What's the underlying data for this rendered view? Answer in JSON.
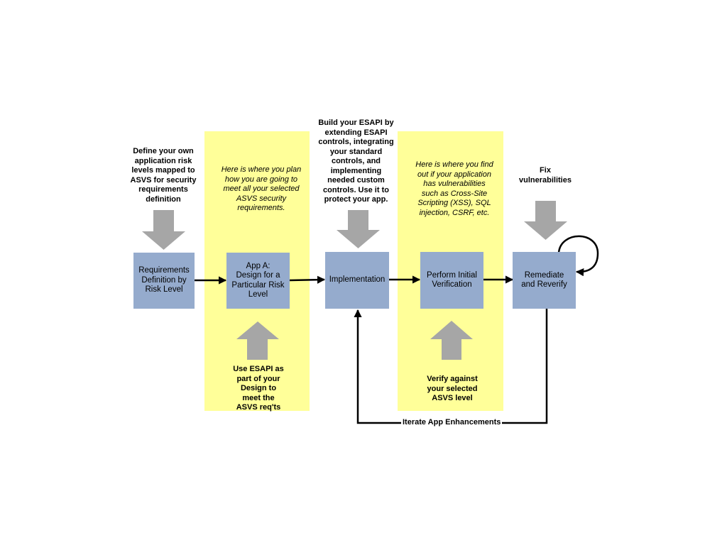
{
  "colors": {
    "panel": "#ffff99",
    "box": "#95abcd",
    "gray_arrow": "#a6a6a6",
    "line": "#000000"
  },
  "boxes": {
    "requirements": "Requirements\nDefinition by\nRisk Level",
    "design": "App A:\nDesign for a\nParticular Risk\nLevel",
    "implementation": "Implementation",
    "verification": "Perform Initial\nVerification",
    "remediate": "Remediate\nand Reverify"
  },
  "notes": {
    "define": "Define your own\napplication risk\nlevels mapped to\nASVS for security\nrequirements\ndefinition",
    "build": "Build your ESAPI by\nextending ESAPI\ncontrols, integrating\nyour standard\ncontrols, and\nimplementing\nneeded custom\ncontrols. Use it to\nprotect your app.",
    "fix": "Fix\nvulnerabilities",
    "use_esapi": "Use ESAPI as\npart of your\nDesign to\nmeet the\nASVS req'ts",
    "verify": "Verify against\nyour selected\nASVS level"
  },
  "italic_notes": {
    "plan": "Here is where you plan\nhow you are going to\nmeet all your selected\nASVS security\nrequirements.",
    "findout": "Here is where you find\nout if your application\nhas vulnerabilities\nsuch as Cross-Site\nScripting (XSS), SQL\ninjection, CSRF, etc."
  },
  "loop_label": "Iterate App Enhancements"
}
